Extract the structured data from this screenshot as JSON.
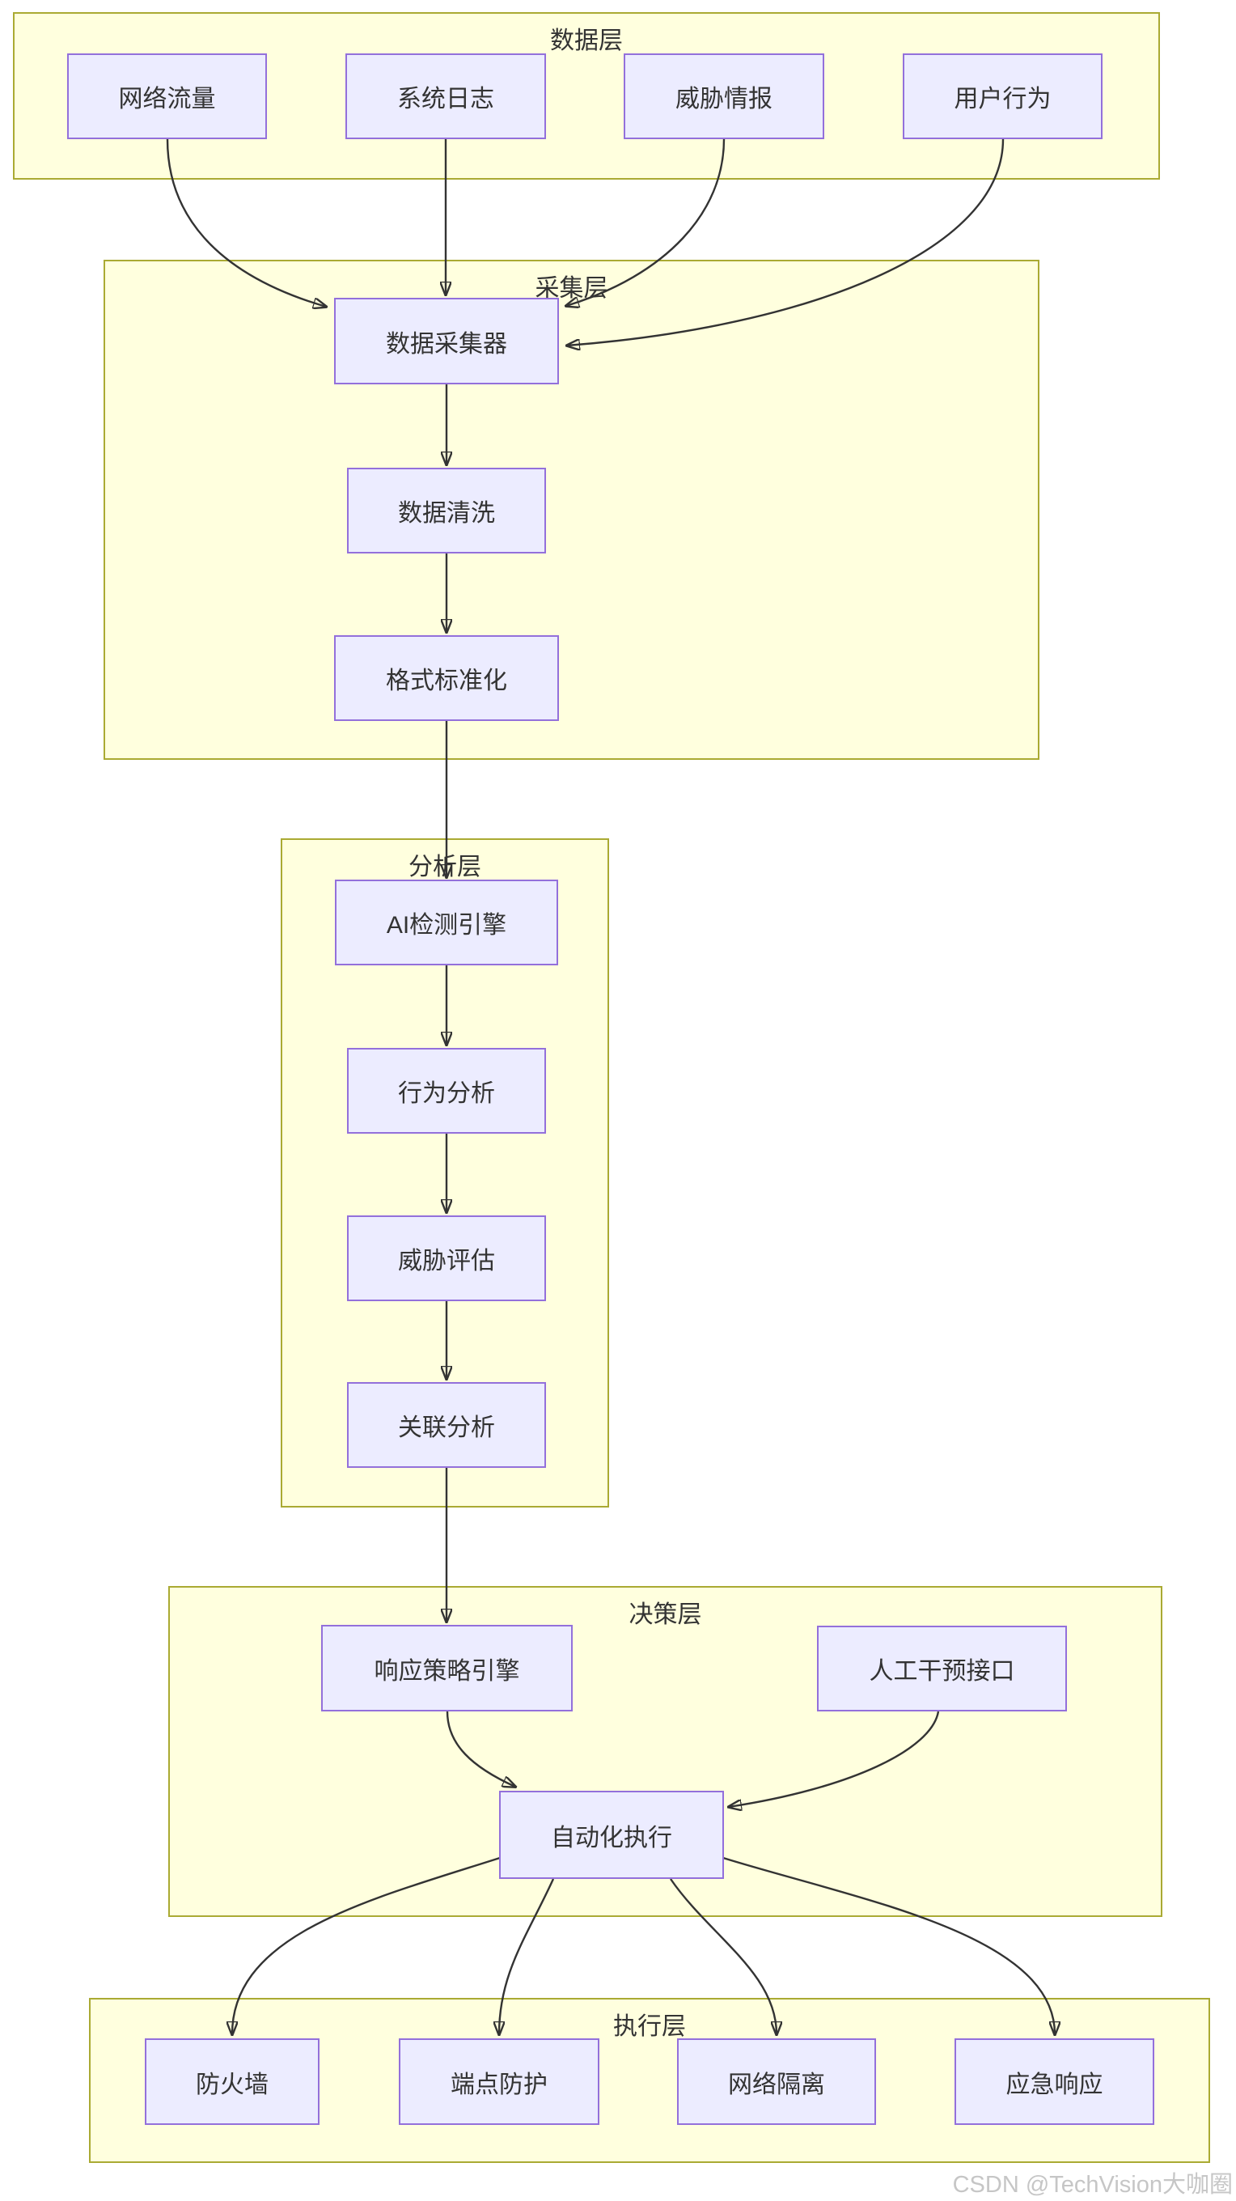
{
  "page": {
    "watermark": "CSDN @TechVision大咖圈",
    "background": "#ffffff"
  },
  "colors": {
    "cluster_fill": "#ffffde",
    "cluster_border": "#aaaa33",
    "node_fill": "#ececff",
    "node_border": "#9370db",
    "edge": "#333333",
    "text": "#333333",
    "watermark_text": "#c6c6c6"
  },
  "diagram": {
    "type": "flowchart-top-down",
    "layers": [
      {
        "title": "数据层",
        "nodes": [
          {
            "label": "网络流量"
          },
          {
            "label": "系统日志"
          },
          {
            "label": "威胁情报"
          },
          {
            "label": "用户行为"
          }
        ]
      },
      {
        "title": "采集层",
        "nodes": [
          {
            "label": "数据采集器"
          },
          {
            "label": "数据清洗"
          },
          {
            "label": "格式标准化"
          }
        ]
      },
      {
        "title": "分析层",
        "nodes": [
          {
            "label": "AI检测引擎"
          },
          {
            "label": "行为分析"
          },
          {
            "label": "威胁评估"
          },
          {
            "label": "关联分析"
          }
        ]
      },
      {
        "title": "决策层",
        "nodes": [
          {
            "label": "响应策略引擎"
          },
          {
            "label": "人工干预接口"
          },
          {
            "label": "自动化执行"
          }
        ]
      },
      {
        "title": "执行层",
        "nodes": [
          {
            "label": "防火墙"
          },
          {
            "label": "端点防护"
          },
          {
            "label": "网络隔离"
          },
          {
            "label": "应急响应"
          }
        ]
      }
    ],
    "edges": [
      {
        "from": "网络流量",
        "to": "数据采集器"
      },
      {
        "from": "系统日志",
        "to": "数据采集器"
      },
      {
        "from": "威胁情报",
        "to": "数据采集器"
      },
      {
        "from": "用户行为",
        "to": "数据采集器"
      },
      {
        "from": "数据采集器",
        "to": "数据清洗"
      },
      {
        "from": "数据清洗",
        "to": "格式标准化"
      },
      {
        "from": "格式标准化",
        "to": "AI检测引擎"
      },
      {
        "from": "AI检测引擎",
        "to": "行为分析"
      },
      {
        "from": "行为分析",
        "to": "威胁评估"
      },
      {
        "from": "威胁评估",
        "to": "关联分析"
      },
      {
        "from": "关联分析",
        "to": "响应策略引擎"
      },
      {
        "from": "响应策略引擎",
        "to": "自动化执行"
      },
      {
        "from": "人工干预接口",
        "to": "自动化执行"
      },
      {
        "from": "自动化执行",
        "to": "防火墙"
      },
      {
        "from": "自动化执行",
        "to": "端点防护"
      },
      {
        "from": "自动化执行",
        "to": "网络隔离"
      },
      {
        "from": "自动化执行",
        "to": "应急响应"
      }
    ]
  }
}
